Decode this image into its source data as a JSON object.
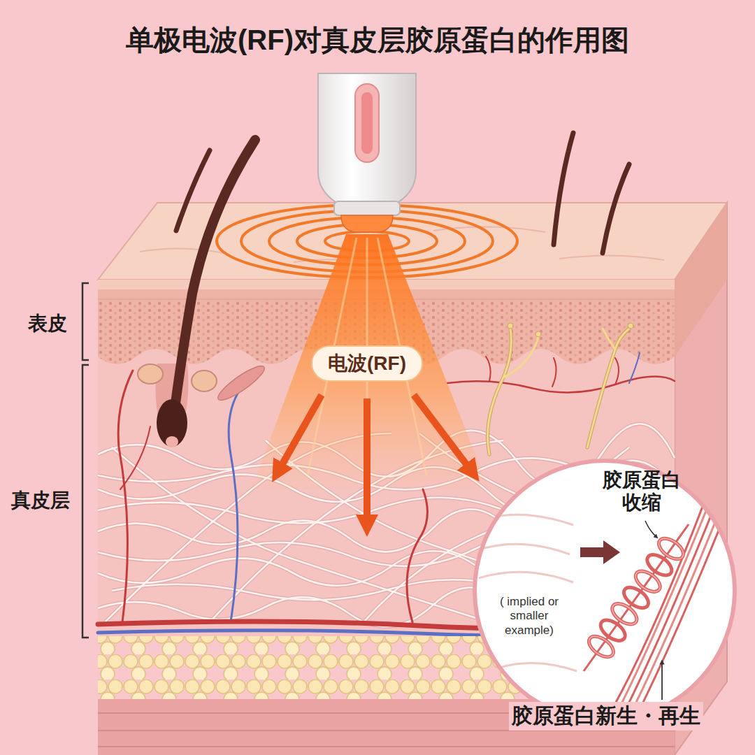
{
  "diagram": {
    "title": "单极电波(RF)对真皮层胶原蛋白的作用图",
    "nodes": [
      {
        "text": [
          "电波(RF)"
        ]
      },
      {
        "text": [
          "胶原蛋白 收缩",
          "( implied or smaller example)"
        ]
      }
    ],
    "labels": [
      "表皮",
      "真皮层",
      "胶原蛋白新生・再生"
    ]
  }
}
